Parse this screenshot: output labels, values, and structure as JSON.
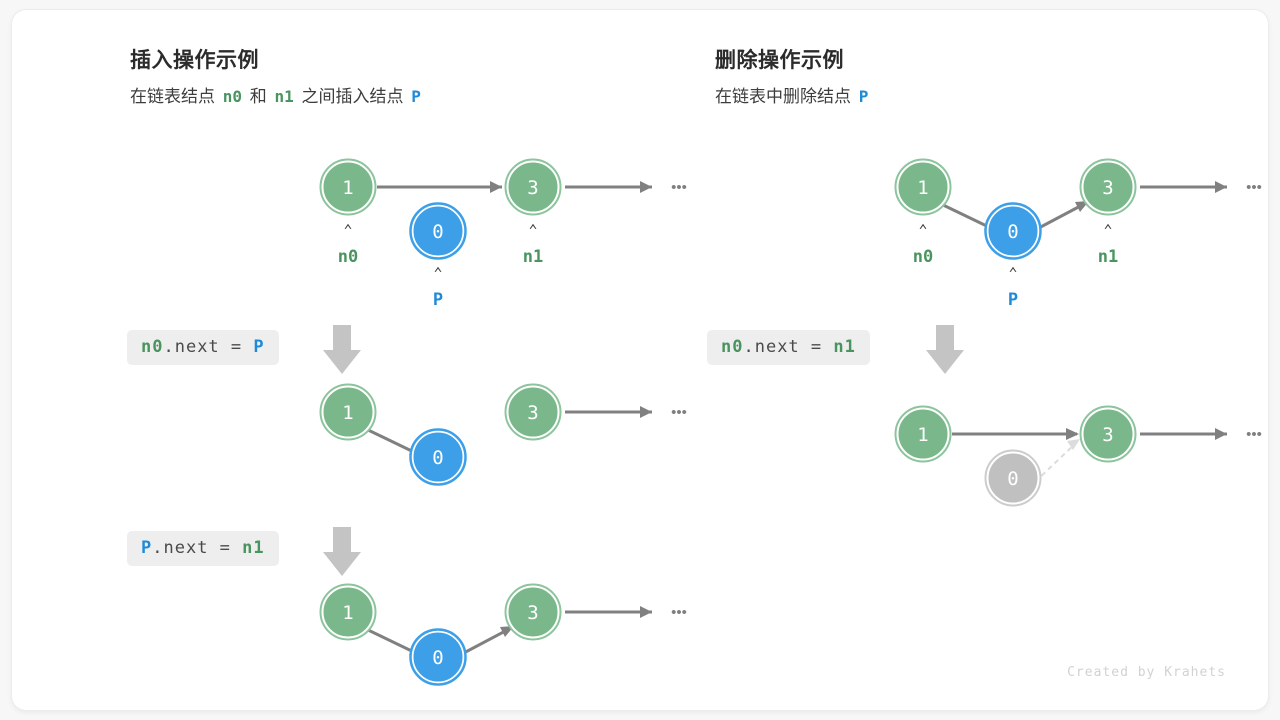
{
  "colors": {
    "green": "#7ab88c",
    "green_ring": "#8cc49c",
    "blue": "#3c9fe8",
    "gray_node": "#c0c0c0",
    "gray_ring": "#cccccc",
    "arrow": "#808080",
    "dashed": "#dcdcdc",
    "chip_bg": "#eeeeee",
    "label_green": "#4a9460",
    "label_blue": "#1f8ad6",
    "big_arrow": "#c4c4c4"
  },
  "left_panel": {
    "title": "插入操作示例",
    "subtitle": {
      "part1": "在链表结点",
      "var1": "n0",
      "part2": "和",
      "var2": "n1",
      "part3": "之间插入结点",
      "var3": "P"
    },
    "steps": [
      {
        "code": {
          "target": "n0",
          "middle": ".next = ",
          "value": "P"
        },
        "arrow_icon": "down-arrow-icon"
      },
      {
        "code": {
          "target": "P",
          "middle": ".next = ",
          "value": "n1"
        },
        "arrow_icon": "down-arrow-icon"
      }
    ],
    "rows": [
      {
        "name": "initial-state",
        "nodes": [
          {
            "value": "1",
            "kind": "green",
            "label": "n0"
          },
          {
            "value": "0",
            "kind": "blue",
            "label": "P"
          },
          {
            "value": "3",
            "kind": "green",
            "label": "n1"
          }
        ],
        "ellipsis": "•••"
      },
      {
        "name": "after-n0-next-p",
        "nodes": [
          {
            "value": "1",
            "kind": "green"
          },
          {
            "value": "0",
            "kind": "blue"
          },
          {
            "value": "3",
            "kind": "green"
          }
        ],
        "ellipsis": "•••"
      },
      {
        "name": "after-p-next-n1",
        "nodes": [
          {
            "value": "1",
            "kind": "green"
          },
          {
            "value": "0",
            "kind": "blue"
          },
          {
            "value": "3",
            "kind": "green"
          }
        ],
        "ellipsis": "•••"
      }
    ]
  },
  "right_panel": {
    "title": "删除操作示例",
    "subtitle": {
      "part1": "在链表中删除结点",
      "var1": "P"
    },
    "steps": [
      {
        "code": {
          "target": "n0",
          "middle": ".next = ",
          "value": "n1"
        },
        "arrow_icon": "down-arrow-icon"
      }
    ],
    "rows": [
      {
        "name": "initial-state",
        "nodes": [
          {
            "value": "1",
            "kind": "green",
            "label": "n0"
          },
          {
            "value": "0",
            "kind": "blue",
            "label": "P"
          },
          {
            "value": "3",
            "kind": "green",
            "label": "n1"
          }
        ],
        "ellipsis": "•••"
      },
      {
        "name": "after-deletion",
        "nodes": [
          {
            "value": "1",
            "kind": "green"
          },
          {
            "value": "0",
            "kind": "gray"
          },
          {
            "value": "3",
            "kind": "green"
          }
        ],
        "ellipsis": "•••"
      }
    ]
  },
  "footer": {
    "credit": "Created by Krahets"
  },
  "caret_glyph": "⌃"
}
